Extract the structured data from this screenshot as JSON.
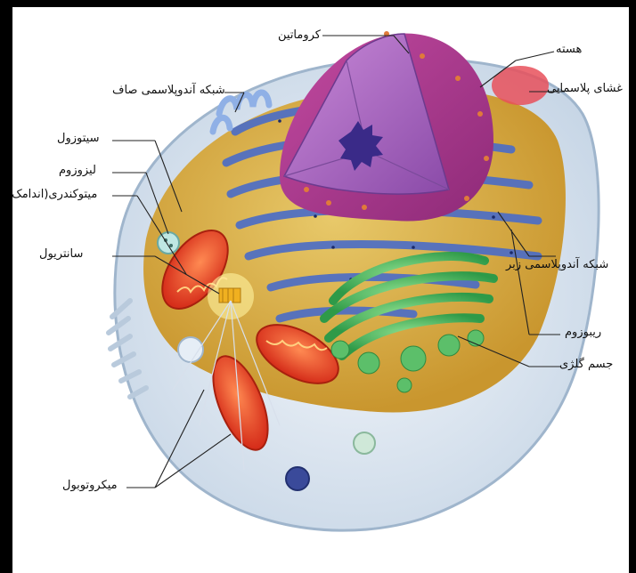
{
  "labels": {
    "chromatin": "کروماتین",
    "nucleus": "هسته",
    "plasma_membrane": "غشای پلاسمایی",
    "smooth_er": "شبکه آندوپلاسمی صاف",
    "cytosol": "سیتوزول",
    "lysosome": "لیزوزوم",
    "mitochondria": "میتوکندری(اندامک)",
    "centriole": "سانتریول",
    "rough_er": "شبکه آندوپلاسمی زبر",
    "ribosome": "ریبوزوم",
    "golgi": "جسم گلژی",
    "microtubule": "میکروتوبول"
  }
}
